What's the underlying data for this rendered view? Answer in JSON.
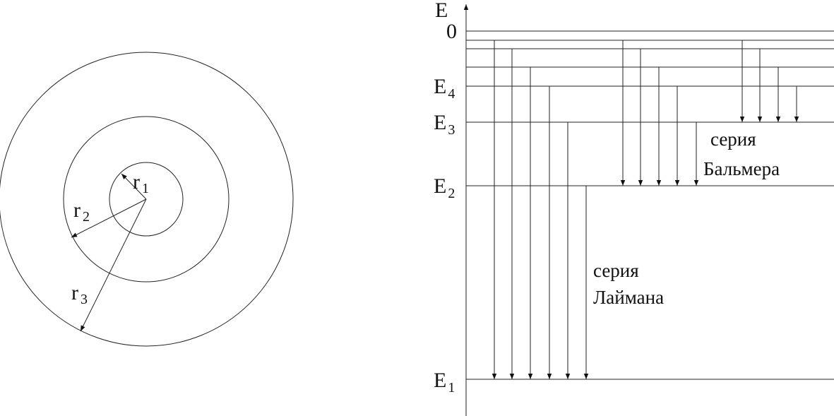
{
  "orbits": {
    "radii": [
      {
        "base": "r",
        "index": "1"
      },
      {
        "base": "r",
        "index": "2"
      },
      {
        "base": "r",
        "index": "3"
      }
    ]
  },
  "energy": {
    "axis_label": "E",
    "zero_label": "0",
    "levels": [
      {
        "base": "E",
        "index": "1"
      },
      {
        "base": "E",
        "index": "2"
      },
      {
        "base": "E",
        "index": "3"
      },
      {
        "base": "E",
        "index": "4"
      }
    ],
    "series": {
      "lyman": {
        "line1": "серия",
        "line2": "Лаймана"
      },
      "balmer": {
        "line1": "серия",
        "line2": "Бальмера"
      }
    }
  }
}
